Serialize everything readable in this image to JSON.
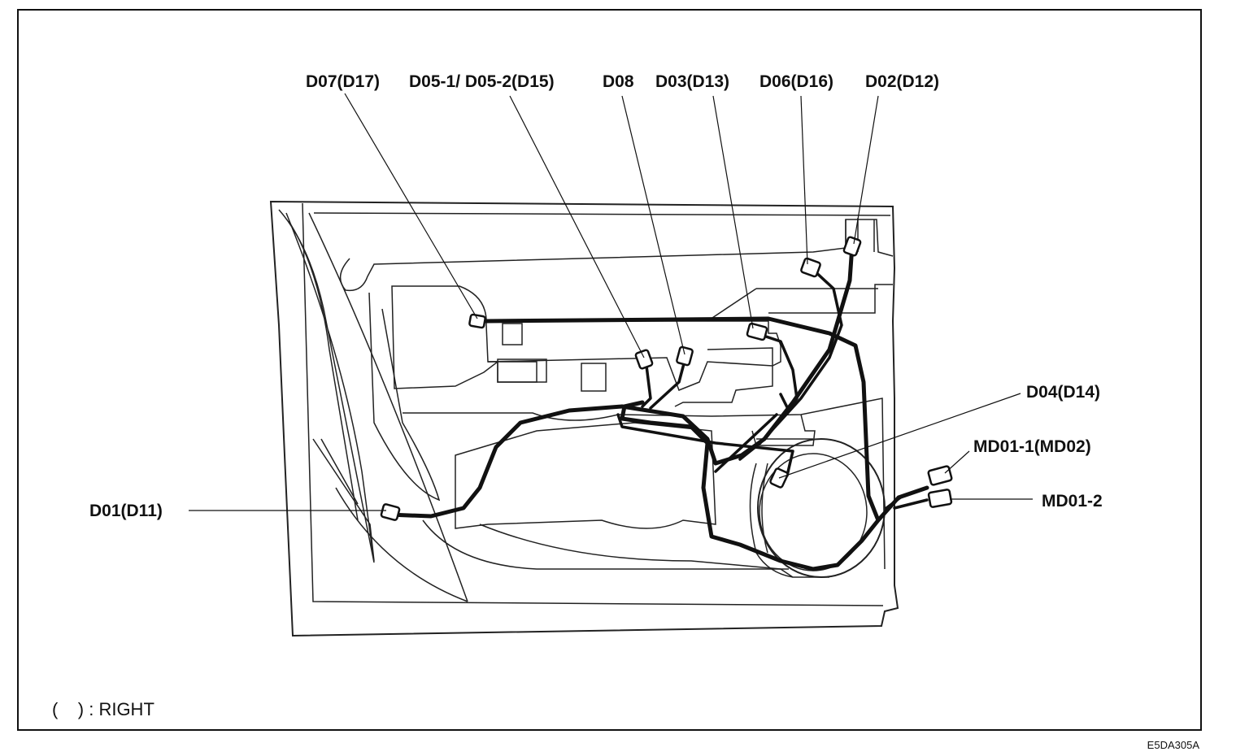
{
  "labels": {
    "d07": "D07(D17)",
    "d05": "D05-1/ D05-2(D15)",
    "d08": "D08",
    "d03": "D03(D13)",
    "d06": "D06(D16)",
    "d02": "D02(D12)",
    "d04": "D04(D14)",
    "md01_1": "MD01-1(MD02)",
    "md01_2": "MD01-2",
    "d01": "D01(D11)"
  },
  "legend": "(    ) : RIGHT",
  "figure_code": "E5DA305A"
}
